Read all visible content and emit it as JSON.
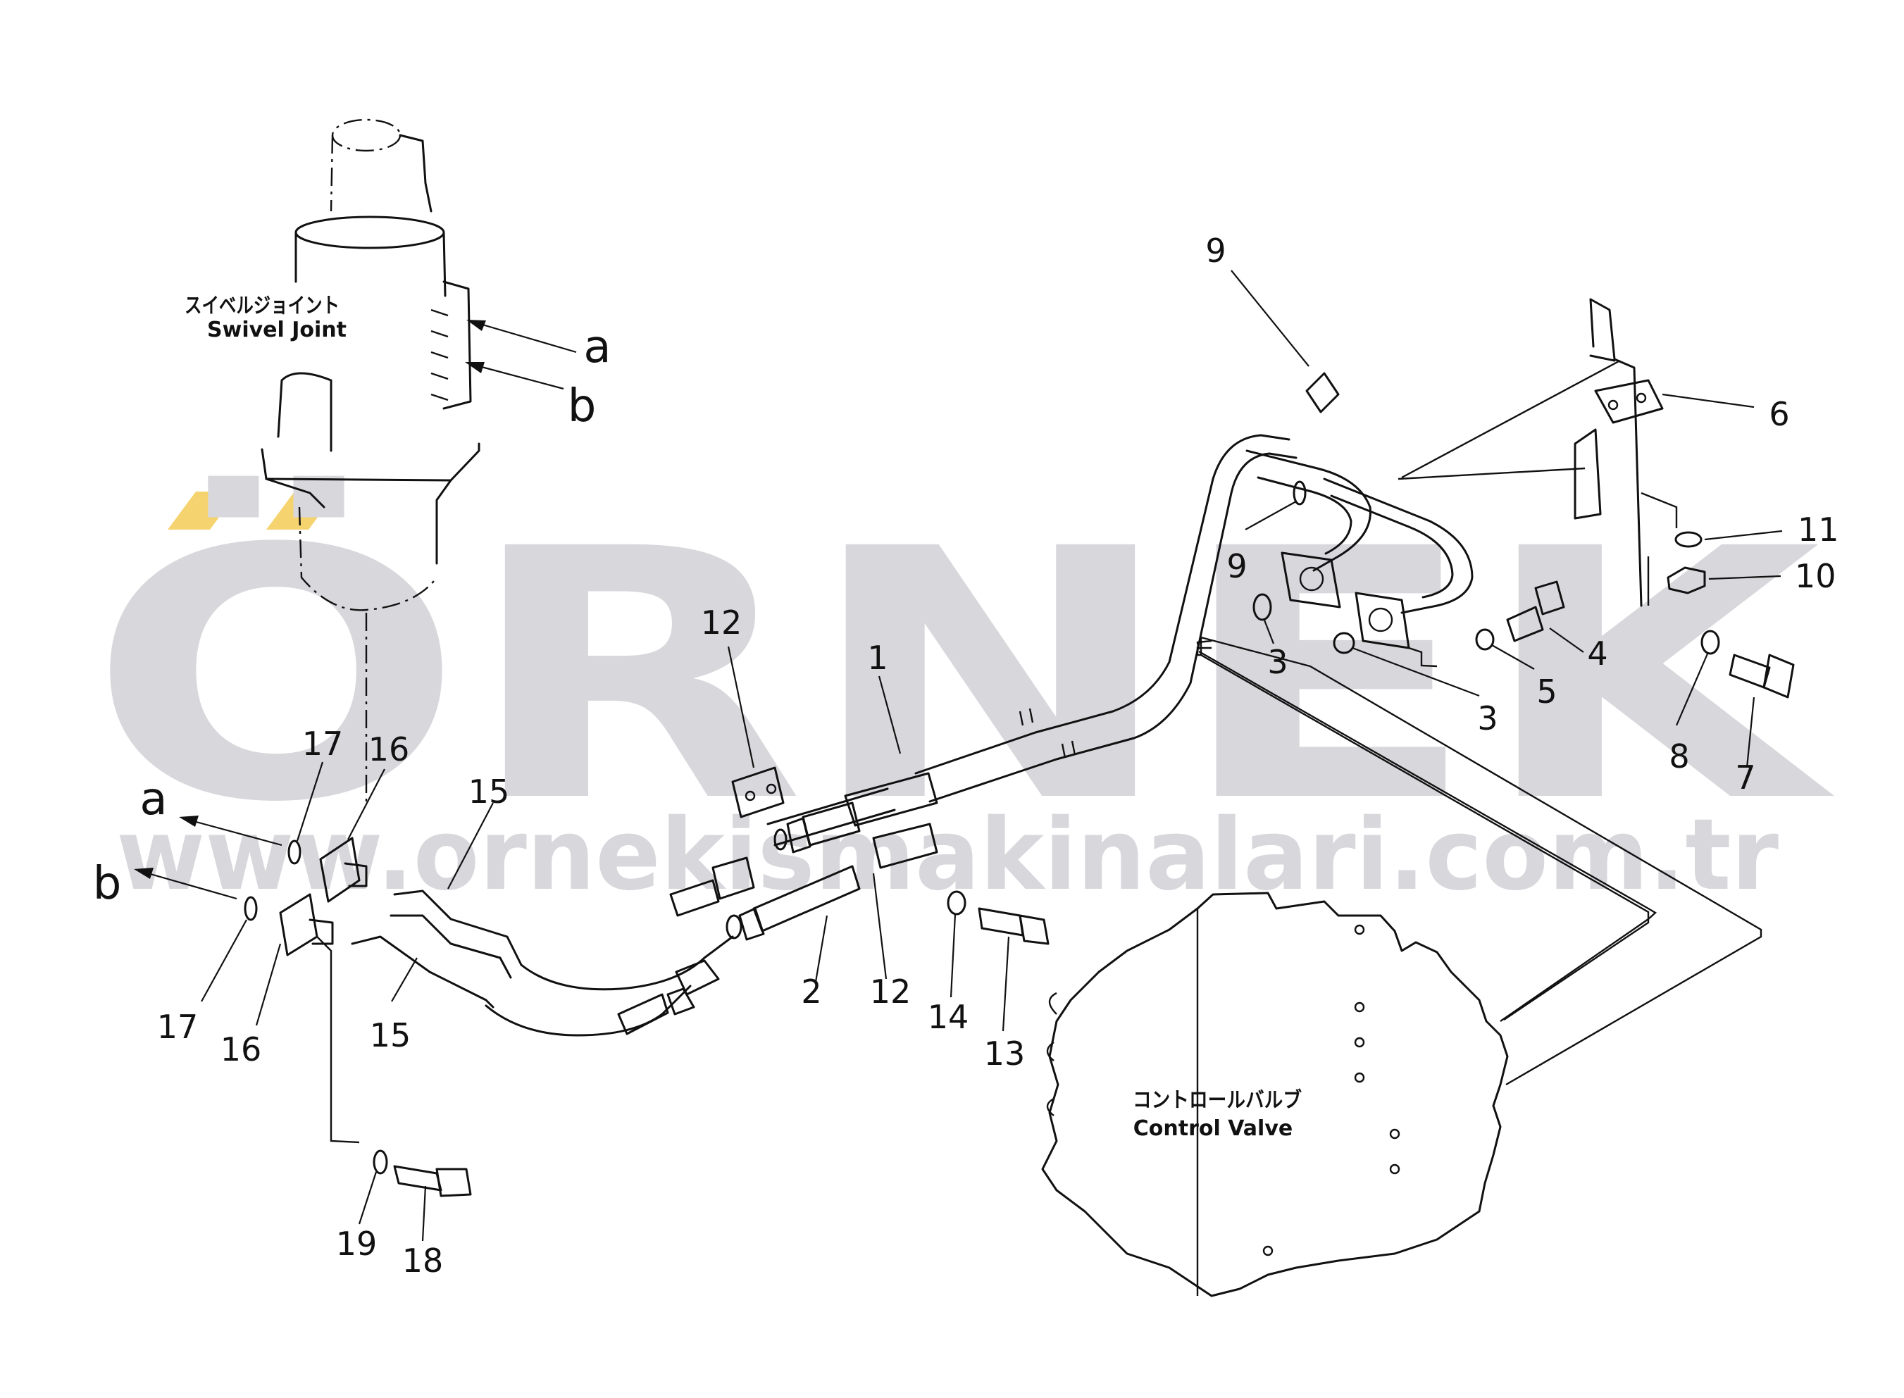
{
  "watermark": {
    "brand": "ÖRNEK",
    "url": "www.ornekismakinalari.com.tr",
    "text_color": "#d8d7dc",
    "accent_color": "#f5d36e"
  },
  "components": {
    "swivel_joint": {
      "label_jp": "スイベルジョイント",
      "label_en": "Swivel Joint"
    },
    "control_valve": {
      "label_jp": "コントロールバルブ",
      "label_en": "Control Valve"
    }
  },
  "connection_letters": {
    "top_a": "a",
    "top_b": "b",
    "left_a": "a",
    "left_b": "b"
  },
  "part_callouts": {
    "p1": "1",
    "p2": "2",
    "p3_left": "3",
    "p3_right": "3",
    "p4": "4",
    "p5": "5",
    "p6": "6",
    "p7": "7",
    "p8": "8",
    "p9_top": "9",
    "p9_bottom": "9",
    "p10": "10",
    "p11": "11",
    "p12_top": "12",
    "p12_bottom": "12",
    "p13": "13",
    "p14": "14",
    "p15_top": "15",
    "p15_bottom": "15",
    "p16_top": "16",
    "p16_bottom": "16",
    "p17_top": "17",
    "p17_bottom": "17",
    "p18": "18",
    "p19": "19"
  }
}
